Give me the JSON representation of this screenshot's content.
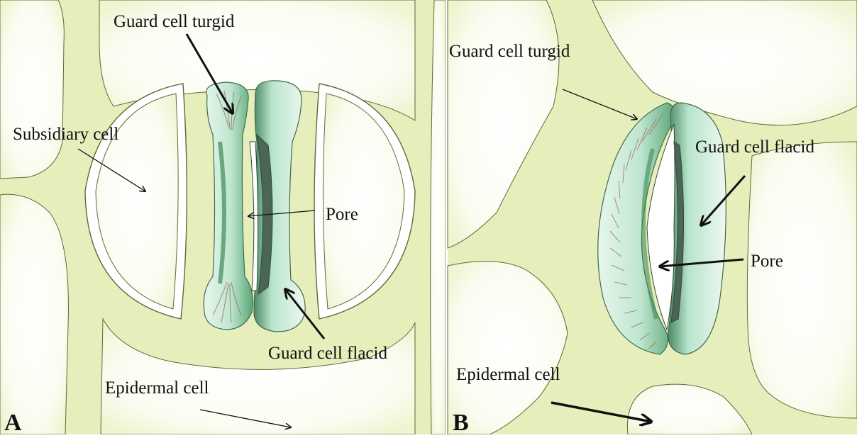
{
  "panel_a": {
    "letter": "A",
    "labels": {
      "guard_turgid": "Guard cell turgid",
      "subsidiary": "Subsidiary cell",
      "pore": "Pore",
      "guard_flacid": "Guard cell flacid",
      "epidermal": "Epidermal cell"
    }
  },
  "panel_b": {
    "letter": "B",
    "labels": {
      "guard_turgid": "Guard cell turgid",
      "guard_flacid": "Guard cell flacid",
      "pore": "Pore",
      "epidermal": "Epidermal cell"
    }
  },
  "colors": {
    "cell_fill": "#fafcef",
    "wall_green": "#e3edb4",
    "wall_line": "#5b6b3a",
    "guard_light": "#cfeedd",
    "guard_mid": "#5fb37a",
    "guard_dark": "#3f6a4c",
    "striation": "#9a6a5a"
  }
}
